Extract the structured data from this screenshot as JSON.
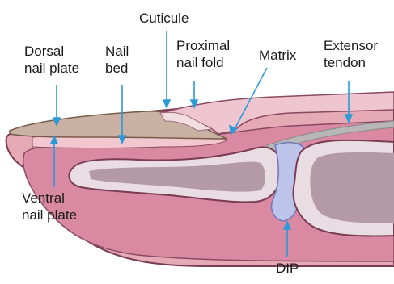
{
  "labels": {
    "cuticle": "Cuticule",
    "dorsal_nail_plate": [
      "Dorsal",
      "nail plate"
    ],
    "nail_bed": [
      "Nail",
      "bed"
    ],
    "proximal_nail_fold": [
      "Proximal",
      "nail fold"
    ],
    "matrix": "Matrix",
    "extensor_tendon": [
      "Extensor",
      "tendon"
    ],
    "ventral_nail_plate": [
      "Ventral",
      "nail plate"
    ],
    "dip": "DIP"
  },
  "colors": {
    "leader_line": "#2b9ad8",
    "skin": "#e6a9b6",
    "skin_outline": "#7a3c55",
    "dermis": "#d98aa2",
    "bone_outer": "#e9dde3",
    "bone_inner": "#b39aa6",
    "nail_plate": "#c9b2a3",
    "nail_bed": "#f3c7cf",
    "joint": "#bcc4ea",
    "tendon": "#b7b7b7"
  }
}
